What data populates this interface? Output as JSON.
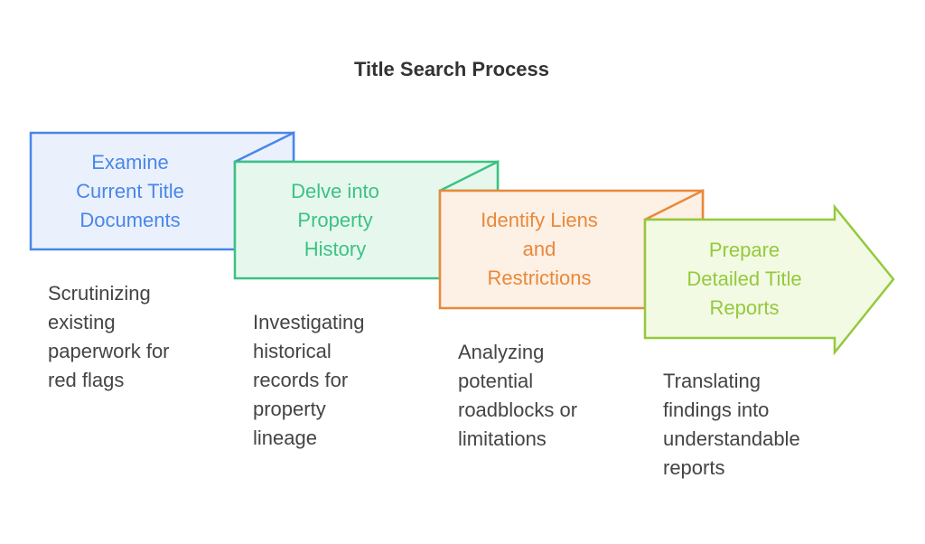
{
  "title": "Title Search Process",
  "steps": [
    {
      "label": "Examine\nCurrent Title\nDocuments",
      "description": "Scrutinizing\nexisting\npaperwork for\nred flags",
      "stroke": "#4a86e8",
      "fill": "#eaf1fd"
    },
    {
      "label": "Delve into\nProperty\nHistory",
      "description": "Investigating\nhistorical\nrecords for\nproperty\nlineage",
      "stroke": "#3cc282",
      "fill": "#e6f8ee"
    },
    {
      "label": "Identify Liens\nand\nRestrictions",
      "description": "Analyzing\npotential\nroadblocks or\nlimitations",
      "stroke": "#e8893a",
      "fill": "#fdf0e5"
    },
    {
      "label": "Prepare\nDetailed Title\nReports",
      "description": "Translating\nfindings into\nunderstandable\nreports",
      "stroke": "#94c93d",
      "fill": "#f2fae3"
    }
  ]
}
